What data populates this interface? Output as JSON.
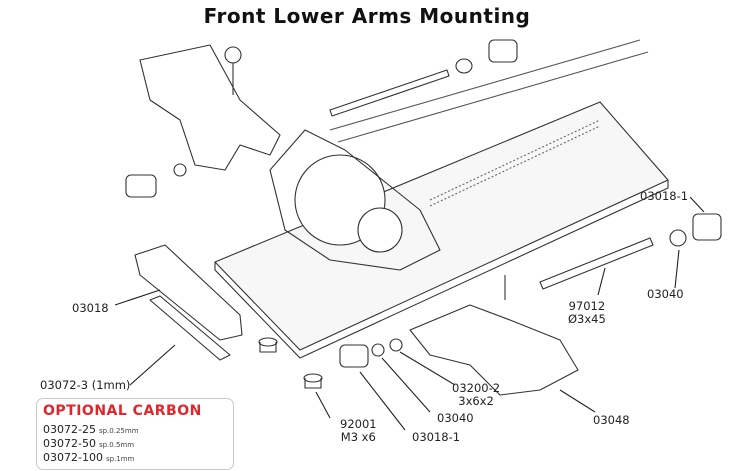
{
  "title": "Front Lower Arms Mounting",
  "labels": {
    "l03018_1_top": "03018-1",
    "l03018": "03018",
    "l97012": "97012",
    "l97012_size": "Ø3x45",
    "l03040_right": "03040",
    "l03072_3": "03072-3 (1mm)",
    "l03200_2": "03200-2",
    "l03200_2_size": "3x6x2",
    "l92001": "92001",
    "l92001_size": "M3 x6",
    "l03040_bottom": "03040",
    "l03018_1_bottom": "03018-1",
    "l03048": "03048"
  },
  "optional": {
    "heading": "OPTIONAL CARBON",
    "items": [
      {
        "code": "03072-25",
        "spec": "sp.0.25mm"
      },
      {
        "code": "03072-50",
        "spec": "sp.0.5mm"
      },
      {
        "code": "03072-100",
        "spec": "sp.1mm"
      }
    ]
  },
  "colors": {
    "accent": "#e0262a",
    "line": "#333333"
  }
}
